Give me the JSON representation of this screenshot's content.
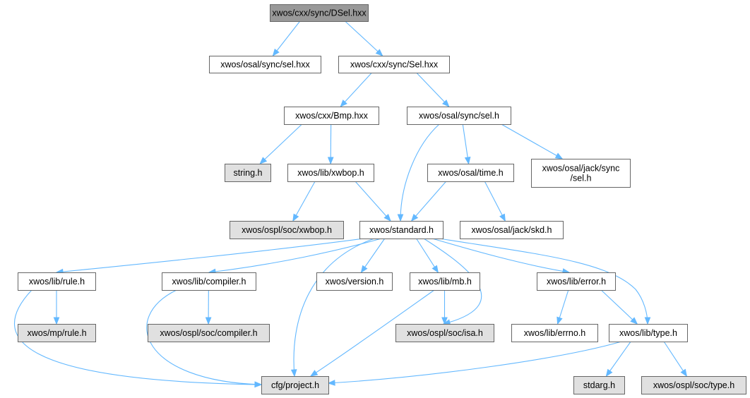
{
  "diagram": {
    "type": "include-dependency-graph",
    "colors": {
      "root_fill": "#999999",
      "documented_fill": "#ffffff",
      "external_fill": "#e0e0e0",
      "border": "#666666",
      "edge": "#63b8ff"
    },
    "nodes": [
      {
        "id": "n0",
        "label": [
          "xwos/cxx/sync/DSel.hxx"
        ],
        "kind": "root"
      },
      {
        "id": "n1",
        "label": [
          "xwos/osal/sync/sel.hxx"
        ],
        "kind": "documented"
      },
      {
        "id": "n2",
        "label": [
          "xwos/cxx/sync/Sel.hxx"
        ],
        "kind": "documented"
      },
      {
        "id": "n3",
        "label": [
          "xwos/cxx/Bmp.hxx"
        ],
        "kind": "documented"
      },
      {
        "id": "n4",
        "label": [
          "xwos/osal/sync/sel.h"
        ],
        "kind": "documented"
      },
      {
        "id": "n5",
        "label": [
          "string.h"
        ],
        "kind": "external"
      },
      {
        "id": "n6",
        "label": [
          "xwos/lib/xwbop.h"
        ],
        "kind": "documented"
      },
      {
        "id": "n7",
        "label": [
          "xwos/osal/time.h"
        ],
        "kind": "documented"
      },
      {
        "id": "n8",
        "label": [
          "xwos/osal/jack/sync",
          "/sel.h"
        ],
        "kind": "documented"
      },
      {
        "id": "n9",
        "label": [
          "xwos/ospl/soc/xwbop.h"
        ],
        "kind": "external"
      },
      {
        "id": "n10",
        "label": [
          "xwos/standard.h"
        ],
        "kind": "documented"
      },
      {
        "id": "n11",
        "label": [
          "xwos/osal/jack/skd.h"
        ],
        "kind": "documented"
      },
      {
        "id": "n12",
        "label": [
          "xwos/lib/rule.h"
        ],
        "kind": "documented"
      },
      {
        "id": "n13",
        "label": [
          "xwos/lib/compiler.h"
        ],
        "kind": "documented"
      },
      {
        "id": "n14",
        "label": [
          "xwos/version.h"
        ],
        "kind": "documented"
      },
      {
        "id": "n15",
        "label": [
          "xwos/lib/mb.h"
        ],
        "kind": "documented"
      },
      {
        "id": "n16",
        "label": [
          "xwos/lib/error.h"
        ],
        "kind": "documented"
      },
      {
        "id": "n17",
        "label": [
          "xwos/mp/rule.h"
        ],
        "kind": "external"
      },
      {
        "id": "n18",
        "label": [
          "xwos/ospl/soc/compiler.h"
        ],
        "kind": "external"
      },
      {
        "id": "n19",
        "label": [
          "xwos/ospl/soc/isa.h"
        ],
        "kind": "external"
      },
      {
        "id": "n20",
        "label": [
          "xwos/lib/errno.h"
        ],
        "kind": "documented"
      },
      {
        "id": "n21",
        "label": [
          "xwos/lib/type.h"
        ],
        "kind": "documented"
      },
      {
        "id": "n22",
        "label": [
          "cfg/project.h"
        ],
        "kind": "external"
      },
      {
        "id": "n23",
        "label": [
          "stdarg.h"
        ],
        "kind": "external"
      },
      {
        "id": "n24",
        "label": [
          "xwos/ospl/soc/type.h"
        ],
        "kind": "external"
      }
    ],
    "edges": [
      [
        "n0",
        "n1"
      ],
      [
        "n0",
        "n2"
      ],
      [
        "n2",
        "n3"
      ],
      [
        "n2",
        "n4"
      ],
      [
        "n3",
        "n5"
      ],
      [
        "n3",
        "n6"
      ],
      [
        "n4",
        "n10"
      ],
      [
        "n4",
        "n7"
      ],
      [
        "n4",
        "n8"
      ],
      [
        "n6",
        "n9"
      ],
      [
        "n6",
        "n10"
      ],
      [
        "n7",
        "n10"
      ],
      [
        "n7",
        "n11"
      ],
      [
        "n10",
        "n12"
      ],
      [
        "n10",
        "n13"
      ],
      [
        "n10",
        "n22"
      ],
      [
        "n10",
        "n14"
      ],
      [
        "n10",
        "n15"
      ],
      [
        "n10",
        "n19"
      ],
      [
        "n10",
        "n16"
      ],
      [
        "n10",
        "n21"
      ],
      [
        "n12",
        "n17"
      ],
      [
        "n12",
        "n22"
      ],
      [
        "n13",
        "n18"
      ],
      [
        "n13",
        "n22"
      ],
      [
        "n15",
        "n19"
      ],
      [
        "n15",
        "n22"
      ],
      [
        "n16",
        "n20"
      ],
      [
        "n16",
        "n21"
      ],
      [
        "n21",
        "n22"
      ],
      [
        "n21",
        "n23"
      ],
      [
        "n21",
        "n24"
      ]
    ]
  }
}
